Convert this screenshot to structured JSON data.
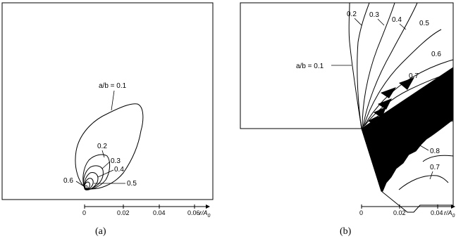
{
  "panel_a": {
    "caption": "(a)",
    "axis_label": "r/A",
    "axis_label_sub": "0",
    "ticks": [
      "0",
      "0.02",
      "0.04",
      "0.06"
    ],
    "contours": [
      {
        "label": "a/b = 0.1"
      },
      {
        "label": "0.2"
      },
      {
        "label": "0.3"
      },
      {
        "label": "0.4"
      },
      {
        "label": "0.5"
      },
      {
        "label": "0.6"
      }
    ]
  },
  "panel_b": {
    "caption": "(b)",
    "axis_label": "r/A",
    "axis_label_sub": "0",
    "ticks": [
      "0",
      "0.02",
      "0.04"
    ],
    "contours": [
      {
        "label": "a/b = 0.1"
      },
      {
        "label": "0.2"
      },
      {
        "label": "0.3"
      },
      {
        "label": "0.4"
      },
      {
        "label": "0.5"
      },
      {
        "label": "0.6"
      },
      {
        "label": "0.7"
      },
      {
        "label": "0.8"
      },
      {
        "label": "0.7"
      }
    ]
  }
}
